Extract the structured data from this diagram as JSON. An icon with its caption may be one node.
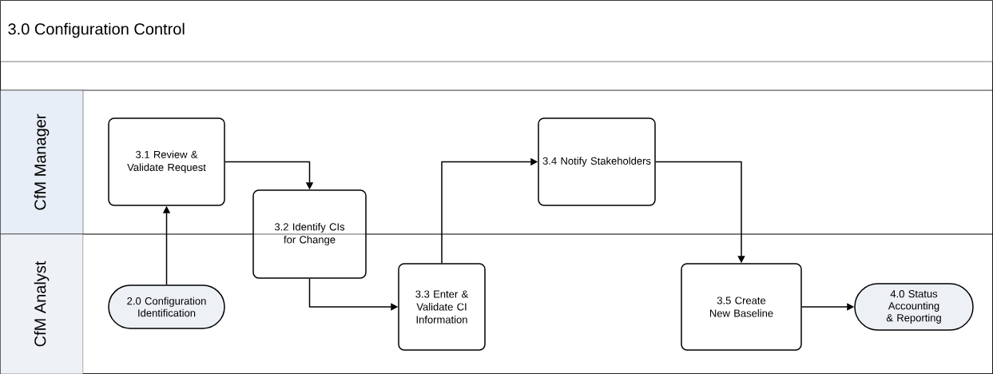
{
  "diagram": {
    "title": "3.0 Configuration Control",
    "nodes": [
      {
        "text": [
          "CfM Manager"
        ]
      },
      {
        "text": [
          "3.1 Review & Validate Request"
        ],
        "in": 0
      },
      {
        "text": [
          "3.2 Identify CIs for Change"
        ]
      },
      {
        "text": [
          "3.4 Notify Stakeholders"
        ],
        "in": 0
      },
      {
        "text": [
          "CfM Analyst"
        ]
      },
      {
        "text": [
          "2.0 Configuration Identification"
        ],
        "in": 4
      },
      {
        "text": [
          "3.3 Enter & Validate CI Information"
        ],
        "in": 4
      },
      {
        "text": [
          "3.5 Create New Baseline"
        ],
        "in": 4
      },
      {
        "text": [
          "4.0 Status Accounting & Reporting"
        ],
        "in": 4
      }
    ],
    "edges": [
      {
        "from": 5,
        "to": 1,
        "arrow": "to"
      },
      {
        "from": 1,
        "to": 2,
        "arrow": "to"
      },
      {
        "from": 2,
        "to": 6,
        "arrow": "to"
      },
      {
        "from": 6,
        "to": 3,
        "arrow": "to"
      },
      {
        "from": 3,
        "to": 7,
        "arrow": "to"
      },
      {
        "from": 7,
        "to": 8,
        "arrow": "to"
      }
    ]
  }
}
